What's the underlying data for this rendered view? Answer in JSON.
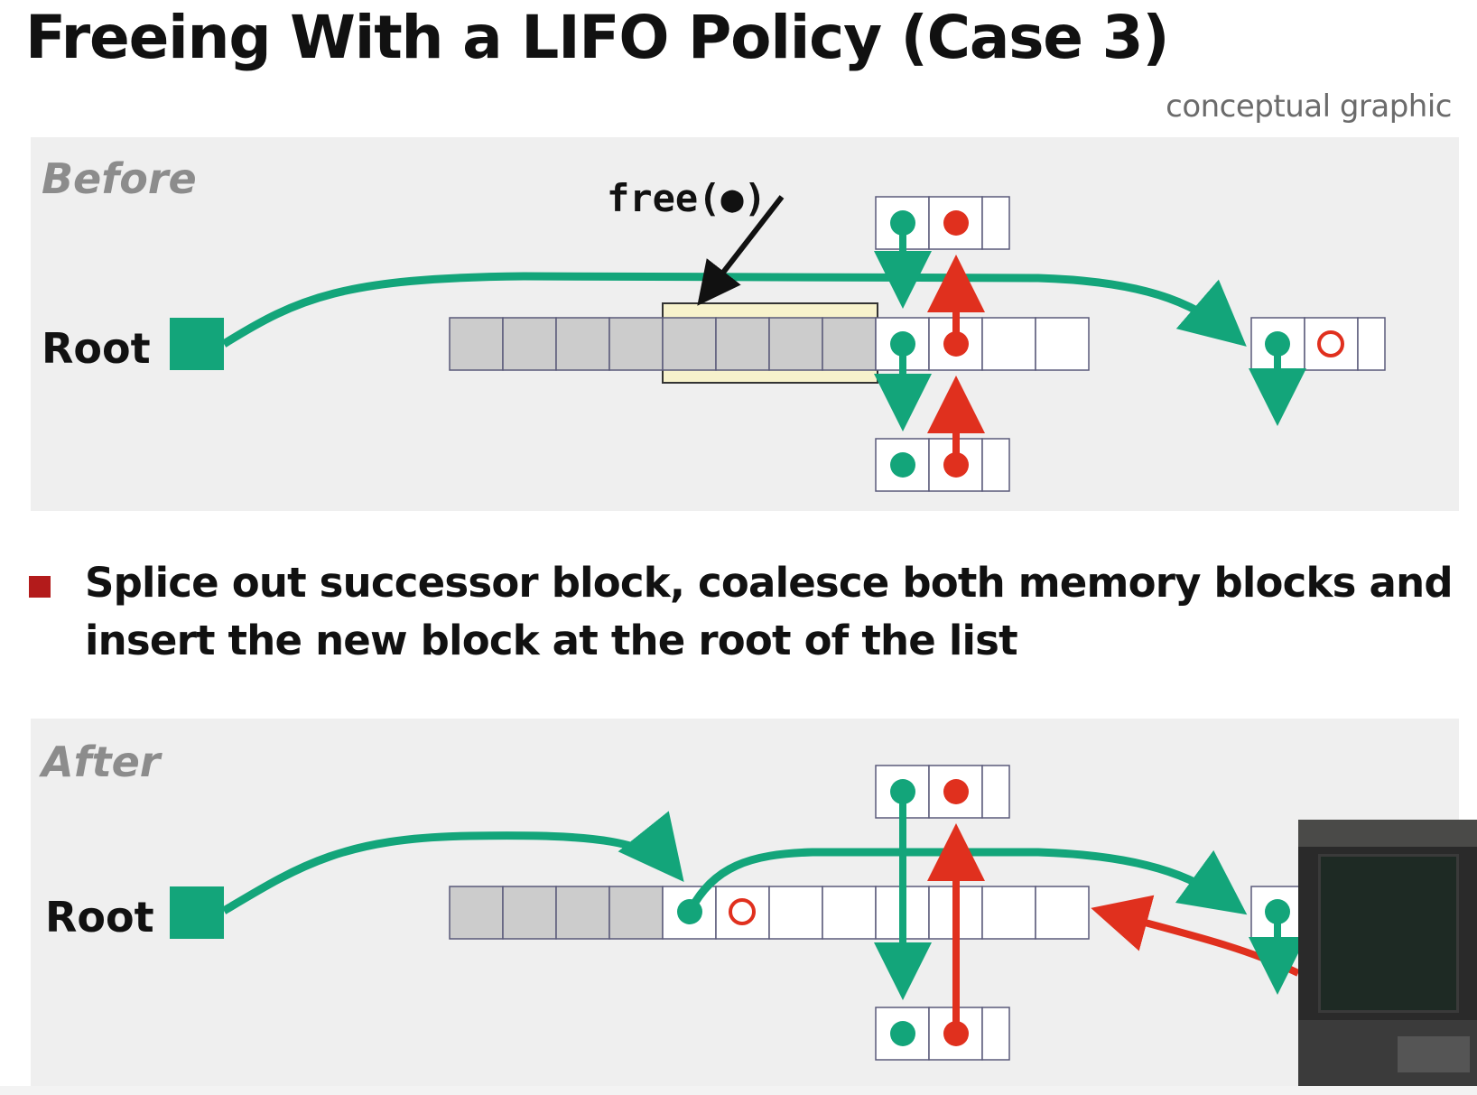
{
  "slide": {
    "title": "Freeing With a LIFO Policy (Case 3)",
    "caption": "conceptual graphic"
  },
  "before_panel": {
    "label": "Before",
    "root_label": "Root",
    "free_call": "free(●)"
  },
  "bullet": {
    "text": "Splice out successor block, coalesce both memory blocks and insert the new block at the root of the list"
  },
  "after_panel": {
    "label": "After",
    "root_label": "Root"
  },
  "colors": {
    "pointer_green": "#13a57a",
    "pointer_red": "#e0301e",
    "allocated_gray": "#cccccc",
    "free_white": "#ffffff",
    "freed_block_highlight": "#f7f2cc",
    "panel_background": "#efefef",
    "bullet_marker": "#b31b1b"
  },
  "icons": {
    "root_marker": "green-square-icon",
    "next_pointer": "green-dot-arrow-icon",
    "prev_pointer": "red-dot-arrow-icon",
    "null_pointer": "red-hollow-circle-icon",
    "presenter": "presenter-video-thumbnail"
  }
}
